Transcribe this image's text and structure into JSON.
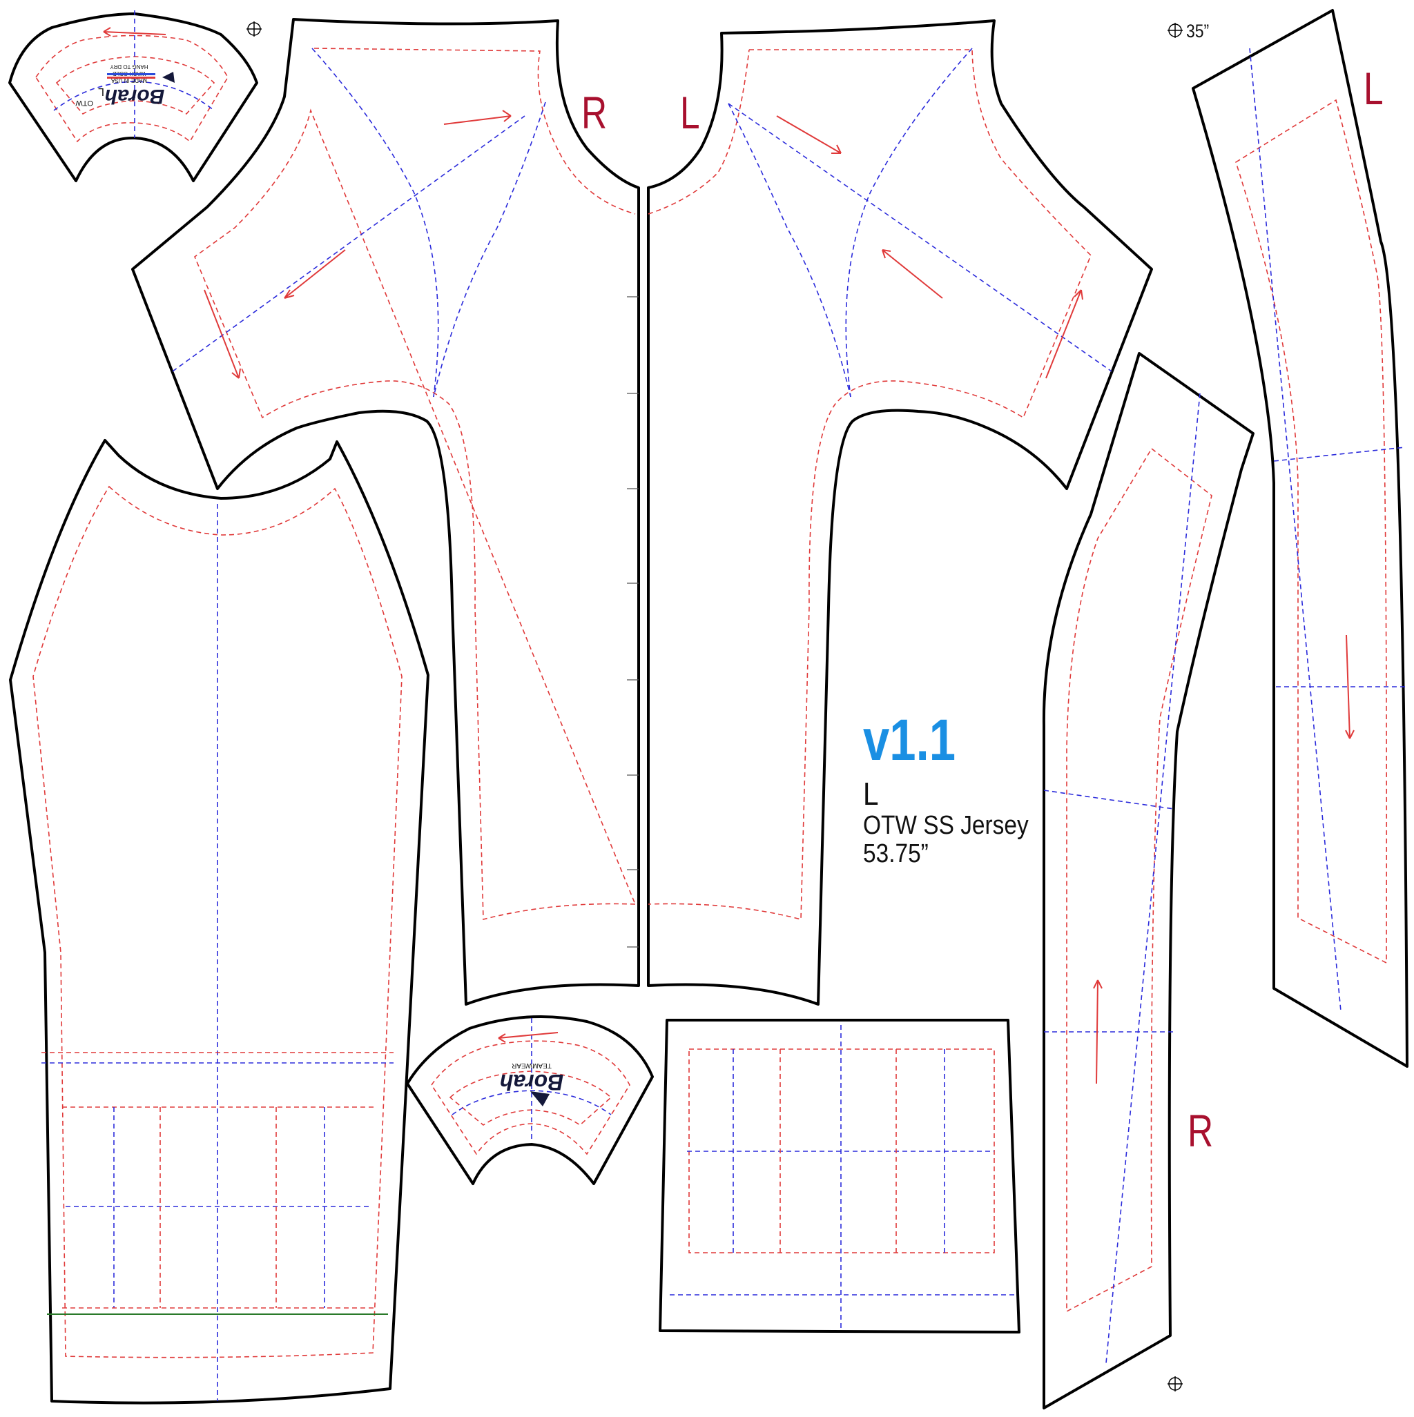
{
  "sheet": {
    "version": "v1.1",
    "size": "L",
    "product": "OTW SS Jersey",
    "width": "53.75”",
    "registration_label": "35”"
  },
  "labels": {
    "front_right": "R",
    "front_left": "L",
    "sleeve_left": "L",
    "sleeve_right": "R"
  },
  "logos": {
    "collar_brand": "Borah",
    "collar_otw": "OTW",
    "collar_size": "L",
    "collar_line1": "MADE IN USA",
    "collar_line2": "WASH COLD",
    "collar_line3": "HANG TO DRY",
    "neck_brand": "Borah",
    "neck_sub": "TEAMWEAR"
  },
  "colors": {
    "cut_line": "#000000",
    "sew_line": "#e03a3a",
    "guide_line": "#2b2bdb",
    "side_letter": "#a8102e",
    "version": "#1a8fe3"
  },
  "icons": [
    "registration-mark-icon",
    "grain-arrow-icon",
    "notch-icon"
  ]
}
